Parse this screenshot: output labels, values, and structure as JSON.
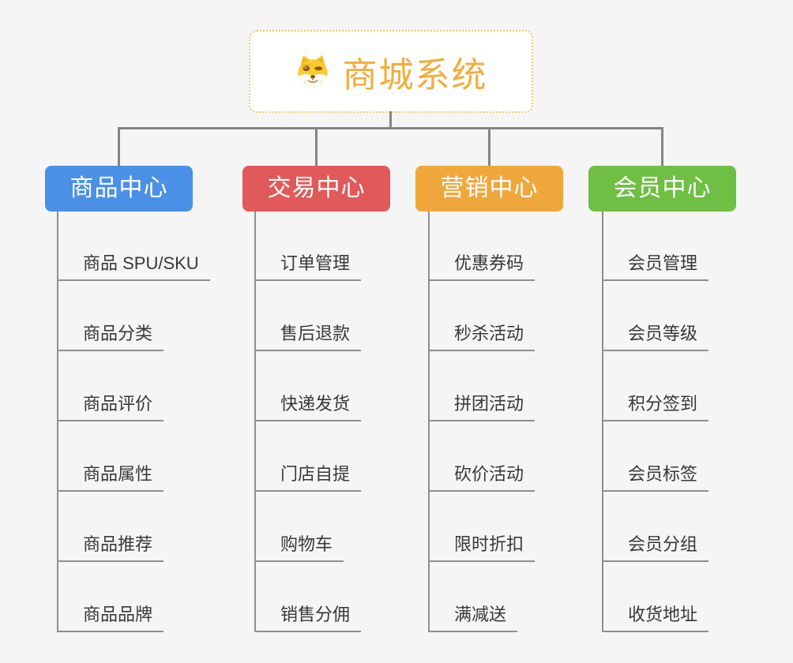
{
  "page": {
    "background_color": "#f5f5f5",
    "connector_color": "#858585"
  },
  "root": {
    "title": "商城系统",
    "title_color": "#f3ac3c",
    "border_color": "#f7c76f",
    "icon": "doge-icon"
  },
  "branches": [
    {
      "label": "商品中心",
      "color": "#4a90e6",
      "children": [
        "商品 SPU/SKU",
        "商品分类",
        "商品评价",
        "商品属性",
        "商品推荐",
        "商品品牌"
      ]
    },
    {
      "label": "交易中心",
      "color": "#e25959",
      "children": [
        "订单管理",
        "售后退款",
        "快递发货",
        "门店自提",
        "购物车",
        "销售分佣"
      ]
    },
    {
      "label": "营销中心",
      "color": "#efa73c",
      "children": [
        "优惠券码",
        "秒杀活动",
        "拼团活动",
        "砍价活动",
        "限时折扣",
        "满减送"
      ]
    },
    {
      "label": "会员中心",
      "color": "#6fbf44",
      "children": [
        "会员管理",
        "会员等级",
        "积分签到",
        "会员标签",
        "会员分组",
        "收货地址"
      ]
    }
  ]
}
